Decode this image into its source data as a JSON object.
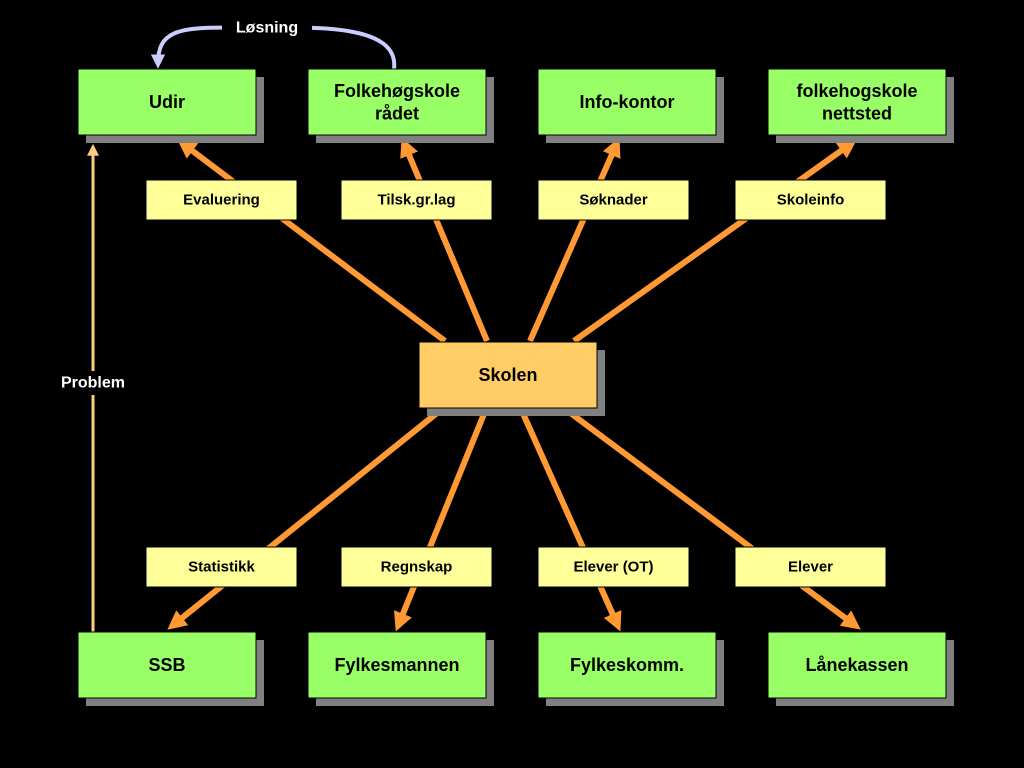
{
  "colors": {
    "background": "#000000",
    "green_box": "#99ff66",
    "yellow_box": "#ffff99",
    "center_box": "#ffcc66",
    "shadow": "#808080",
    "arrow": "#ff9933",
    "arrow_light": "#ffcc80",
    "loop_arrow": "#ccccff"
  },
  "center": {
    "label": "Skolen"
  },
  "top_nodes": [
    {
      "id": "udir",
      "lines": [
        "Udir"
      ]
    },
    {
      "id": "folkehogskoleradet",
      "lines": [
        "Folkehøgskole",
        "rådet"
      ]
    },
    {
      "id": "info-kontor",
      "lines": [
        "Info-kontor"
      ]
    },
    {
      "id": "folkehogskole-nettsted",
      "lines": [
        "folkehogskole",
        "nettsted"
      ]
    }
  ],
  "top_labels": [
    "Evaluering",
    "Tilsk.gr.lag",
    "Søknader",
    "Skoleinfo"
  ],
  "bottom_nodes": [
    {
      "id": "ssb",
      "lines": [
        "SSB"
      ]
    },
    {
      "id": "fylkesmannen",
      "lines": [
        "Fylkesmannen"
      ]
    },
    {
      "id": "fylkeskomm",
      "lines": [
        "Fylkeskomm."
      ]
    },
    {
      "id": "lanekassen",
      "lines": [
        "Lånekassen"
      ]
    }
  ],
  "bottom_labels": [
    "Statistikk",
    "Regnskap",
    "Elever (OT)",
    "Elever"
  ],
  "loop_label": "Løsning",
  "side_label": "Problem"
}
